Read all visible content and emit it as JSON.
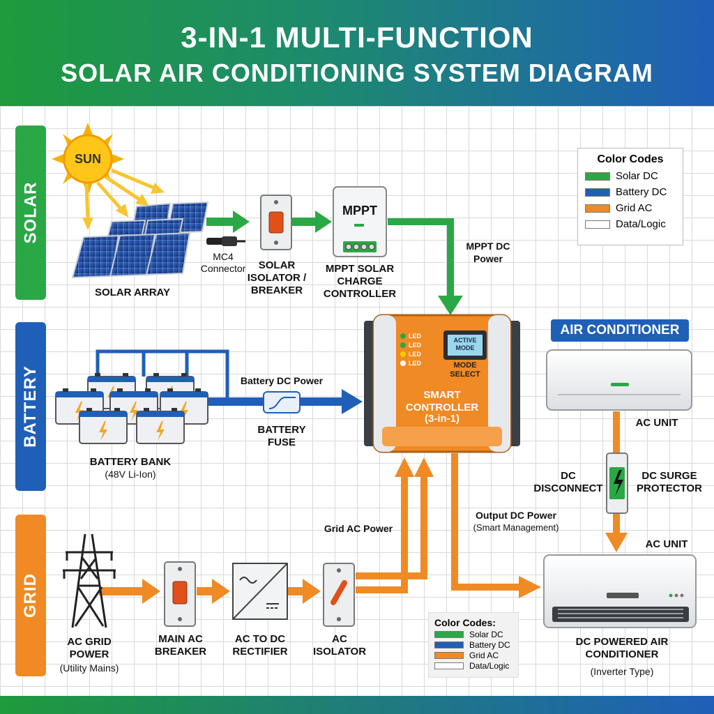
{
  "header": {
    "title_line1": "3-IN-1 MULTI-FUNCTION",
    "title_line2": "SOLAR AIR CONDITIONING SYSTEM DIAGRAM"
  },
  "bands": {
    "solar": "SOLAR",
    "battery": "BATTERY",
    "grid": "GRID"
  },
  "solar": {
    "sun_label": "SUN",
    "array_label": "SOLAR ARRAY",
    "connector_label": "MC4 Connector",
    "isolator_label": "SOLAR ISOLATOR / BREAKER",
    "mppt_device_text": "MPPT",
    "mppt_label": "MPPT SOLAR CHARGE CONTROLLER",
    "mppt_power_label": "MPPT DC Power"
  },
  "battery": {
    "bank_label": "BATTERY BANK",
    "bank_sub": "(48V Li-Ion)",
    "power_label": "Battery DC Power",
    "fuse_label": "BATTERY FUSE"
  },
  "controller": {
    "led_labels": [
      "LED",
      "LED",
      "LED",
      "LED"
    ],
    "screen_text": "ACTIVE MODE",
    "mode_select": "MODE SELECT",
    "name": "SMART CONTROLLER",
    "sub": "(3-in-1)"
  },
  "ac_top": {
    "title": "AIR CONDITIONER",
    "unit_label": "AC UNIT",
    "dc_disconnect": "DC DISCONNECT",
    "surge_protector": "DC SURGE PROTECTOR"
  },
  "grid": {
    "tower_label": "AC GRID POWER",
    "tower_sub": "(Utility Mains)",
    "breaker_label": "MAIN AC BREAKER",
    "rectifier_label": "AC TO DC RECTIFIER",
    "isolator_label": "AC ISOLATOR",
    "grid_power_label": "Grid AC Power"
  },
  "output": {
    "label": "Output DC Power",
    "sub": "(Smart Management)"
  },
  "ac_bottom": {
    "unit_label": "AC UNIT",
    "name": "DC POWERED AIR CONDITIONER",
    "sub": "(Inverter Type)"
  },
  "legend_top": {
    "title": "Color Codes",
    "items": [
      {
        "label": "Solar DC",
        "color": "#2aa845"
      },
      {
        "label": "Battery DC",
        "color": "#1f5fb8"
      },
      {
        "label": "Grid AC",
        "color": "#f08a24"
      },
      {
        "label": "Data/Logic",
        "color": "#ffffff"
      }
    ]
  },
  "legend_bottom": {
    "title": "Color Codes:",
    "items": [
      {
        "label": "Solar DC",
        "color": "#2aa845"
      },
      {
        "label": "Battery DC",
        "color": "#1f5fb8"
      },
      {
        "label": "Grid AC",
        "color": "#f08a24"
      },
      {
        "label": "Data/Logic",
        "color": "#ffffff"
      }
    ]
  },
  "colors": {
    "solar": "#2aa845",
    "battery": "#1f5fb8",
    "grid": "#f08a24"
  }
}
